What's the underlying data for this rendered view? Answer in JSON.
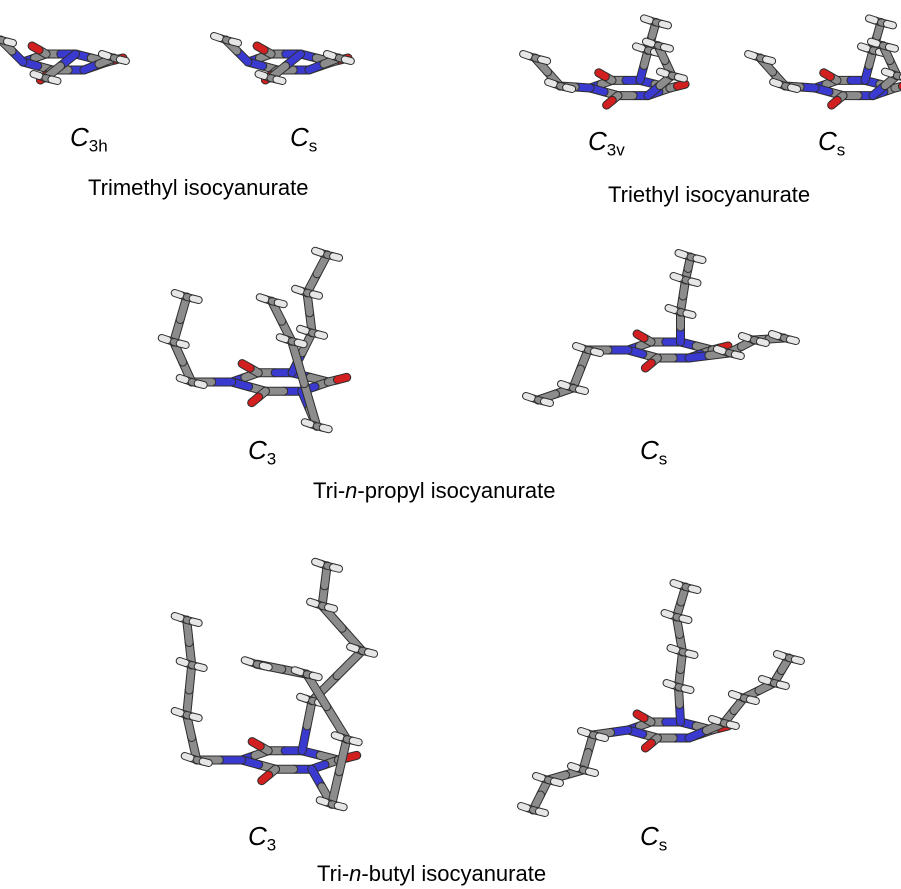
{
  "figure": {
    "panels": [
      {
        "title": "Trimethyl isocyanurate",
        "conformers": [
          {
            "symbol": "C",
            "subscript": "3h"
          },
          {
            "symbol": "C",
            "subscript": "s"
          }
        ]
      },
      {
        "title": "Triethyl isocyanurate",
        "conformers": [
          {
            "symbol": "C",
            "subscript": "3v"
          },
          {
            "symbol": "C",
            "subscript": "s"
          }
        ]
      },
      {
        "title_pre": "Tri-",
        "title_italic": "n",
        "title_post": "-propyl isocyanurate",
        "conformers": [
          {
            "symbol": "C",
            "subscript": "3"
          },
          {
            "symbol": "C",
            "subscript": "s"
          }
        ]
      },
      {
        "title_pre": "Tri-",
        "title_italic": "n",
        "title_post": "-butyl isocyanurate",
        "conformers": [
          {
            "symbol": "C",
            "subscript": "3"
          },
          {
            "symbol": "C",
            "subscript": "s"
          }
        ]
      }
    ],
    "atom_colors": {
      "carbon": "#8c8c8c",
      "nitrogen": "#3a3ad0",
      "oxygen": "#d21f1f",
      "hydrogen": "#e6e6e6"
    }
  }
}
